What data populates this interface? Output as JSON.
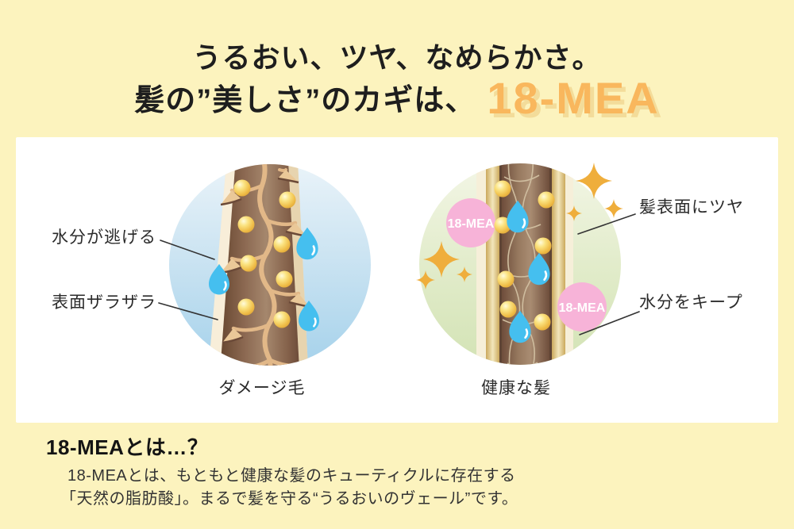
{
  "header": {
    "line1": "うるおい、ツヤ、なめらかさ。",
    "line2": "髪の”美しさ”のカギは、",
    "highlight": "18-MEA"
  },
  "panel": {
    "damaged": {
      "caption": "ダメージ毛",
      "labels": {
        "moisture_escape": "水分が逃げる",
        "rough_surface": "表面ザラザラ"
      }
    },
    "healthy": {
      "caption": "健康な髪",
      "badge": "18-MEA",
      "labels": {
        "shine": "髪表面にツヤ",
        "keep_moisture": "水分をキープ"
      }
    }
  },
  "footer": {
    "heading": "18-MEAとは…？",
    "body_line1": "18-MEAとは、もともと健康な髪のキューティクルに存在する",
    "body_line2": "「天然の脂肪酸」。まるで髪を守る“うるおいのヴェール”です。"
  },
  "colors": {
    "background": "#FCF3BE",
    "highlight_orange": "#F9B75D",
    "highlight_shadow": "#F3DC9A",
    "badge_pink": "#F7B3D8",
    "sparkle_gold": "#EFAE3C",
    "droplet_blue": "#45BFEF",
    "bead_gold": "#F0BF4A",
    "damaged_circle": "#A9D3EC",
    "healthy_circle": "#D6E5BA"
  }
}
